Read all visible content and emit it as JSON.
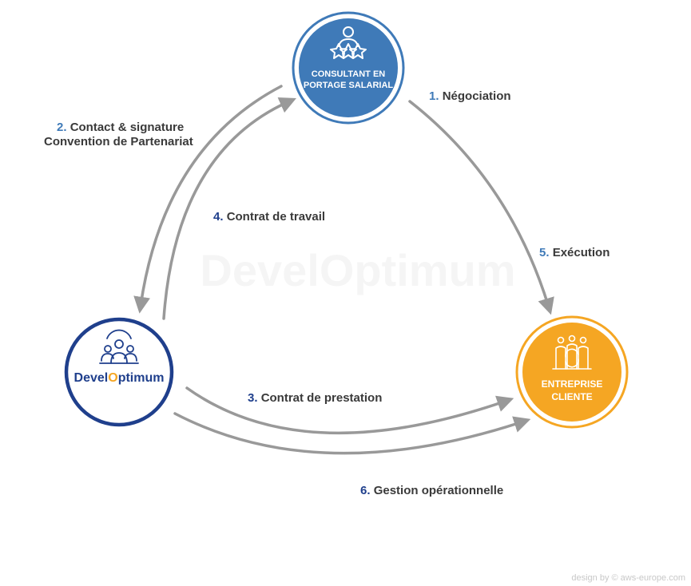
{
  "nodes": {
    "consultant": {
      "line1": "CONSULTANT EN",
      "line2": "PORTAGE SALARIAL",
      "color": "#3f7ab8",
      "icon": "consultant-stars-icon"
    },
    "developtimum": {
      "logo_part1": "Devel",
      "logo_part2": "O",
      "logo_part3": "ptimum",
      "color": "#1f3f8c",
      "icon": "team-network-icon"
    },
    "entreprise": {
      "line1": "ENTREPRISE",
      "line2": "CLIENTE",
      "color": "#f5a623",
      "icon": "team-cycle-icon"
    }
  },
  "flows": [
    {
      "num": "1.",
      "line1": "Négociation",
      "line2": ""
    },
    {
      "num": "2.",
      "line1": "Contact & signature",
      "line2": "Convention de Partenariat"
    },
    {
      "num": "3.",
      "line1": "Contrat de prestation",
      "line2": ""
    },
    {
      "num": "4.",
      "line1": "Contrat de travail",
      "line2": ""
    },
    {
      "num": "5.",
      "line1": "Exécution",
      "line2": ""
    },
    {
      "num": "6.",
      "line1": "Gestion opérationnelle",
      "line2": ""
    }
  ],
  "colors": {
    "arrow": "#999999",
    "label_text": "#3a3a3a",
    "number_dark": "#1f3f8c",
    "number_light": "#3f7ab8"
  },
  "watermark": "DevelOptimum",
  "credit": "design by © aws-europe.com"
}
